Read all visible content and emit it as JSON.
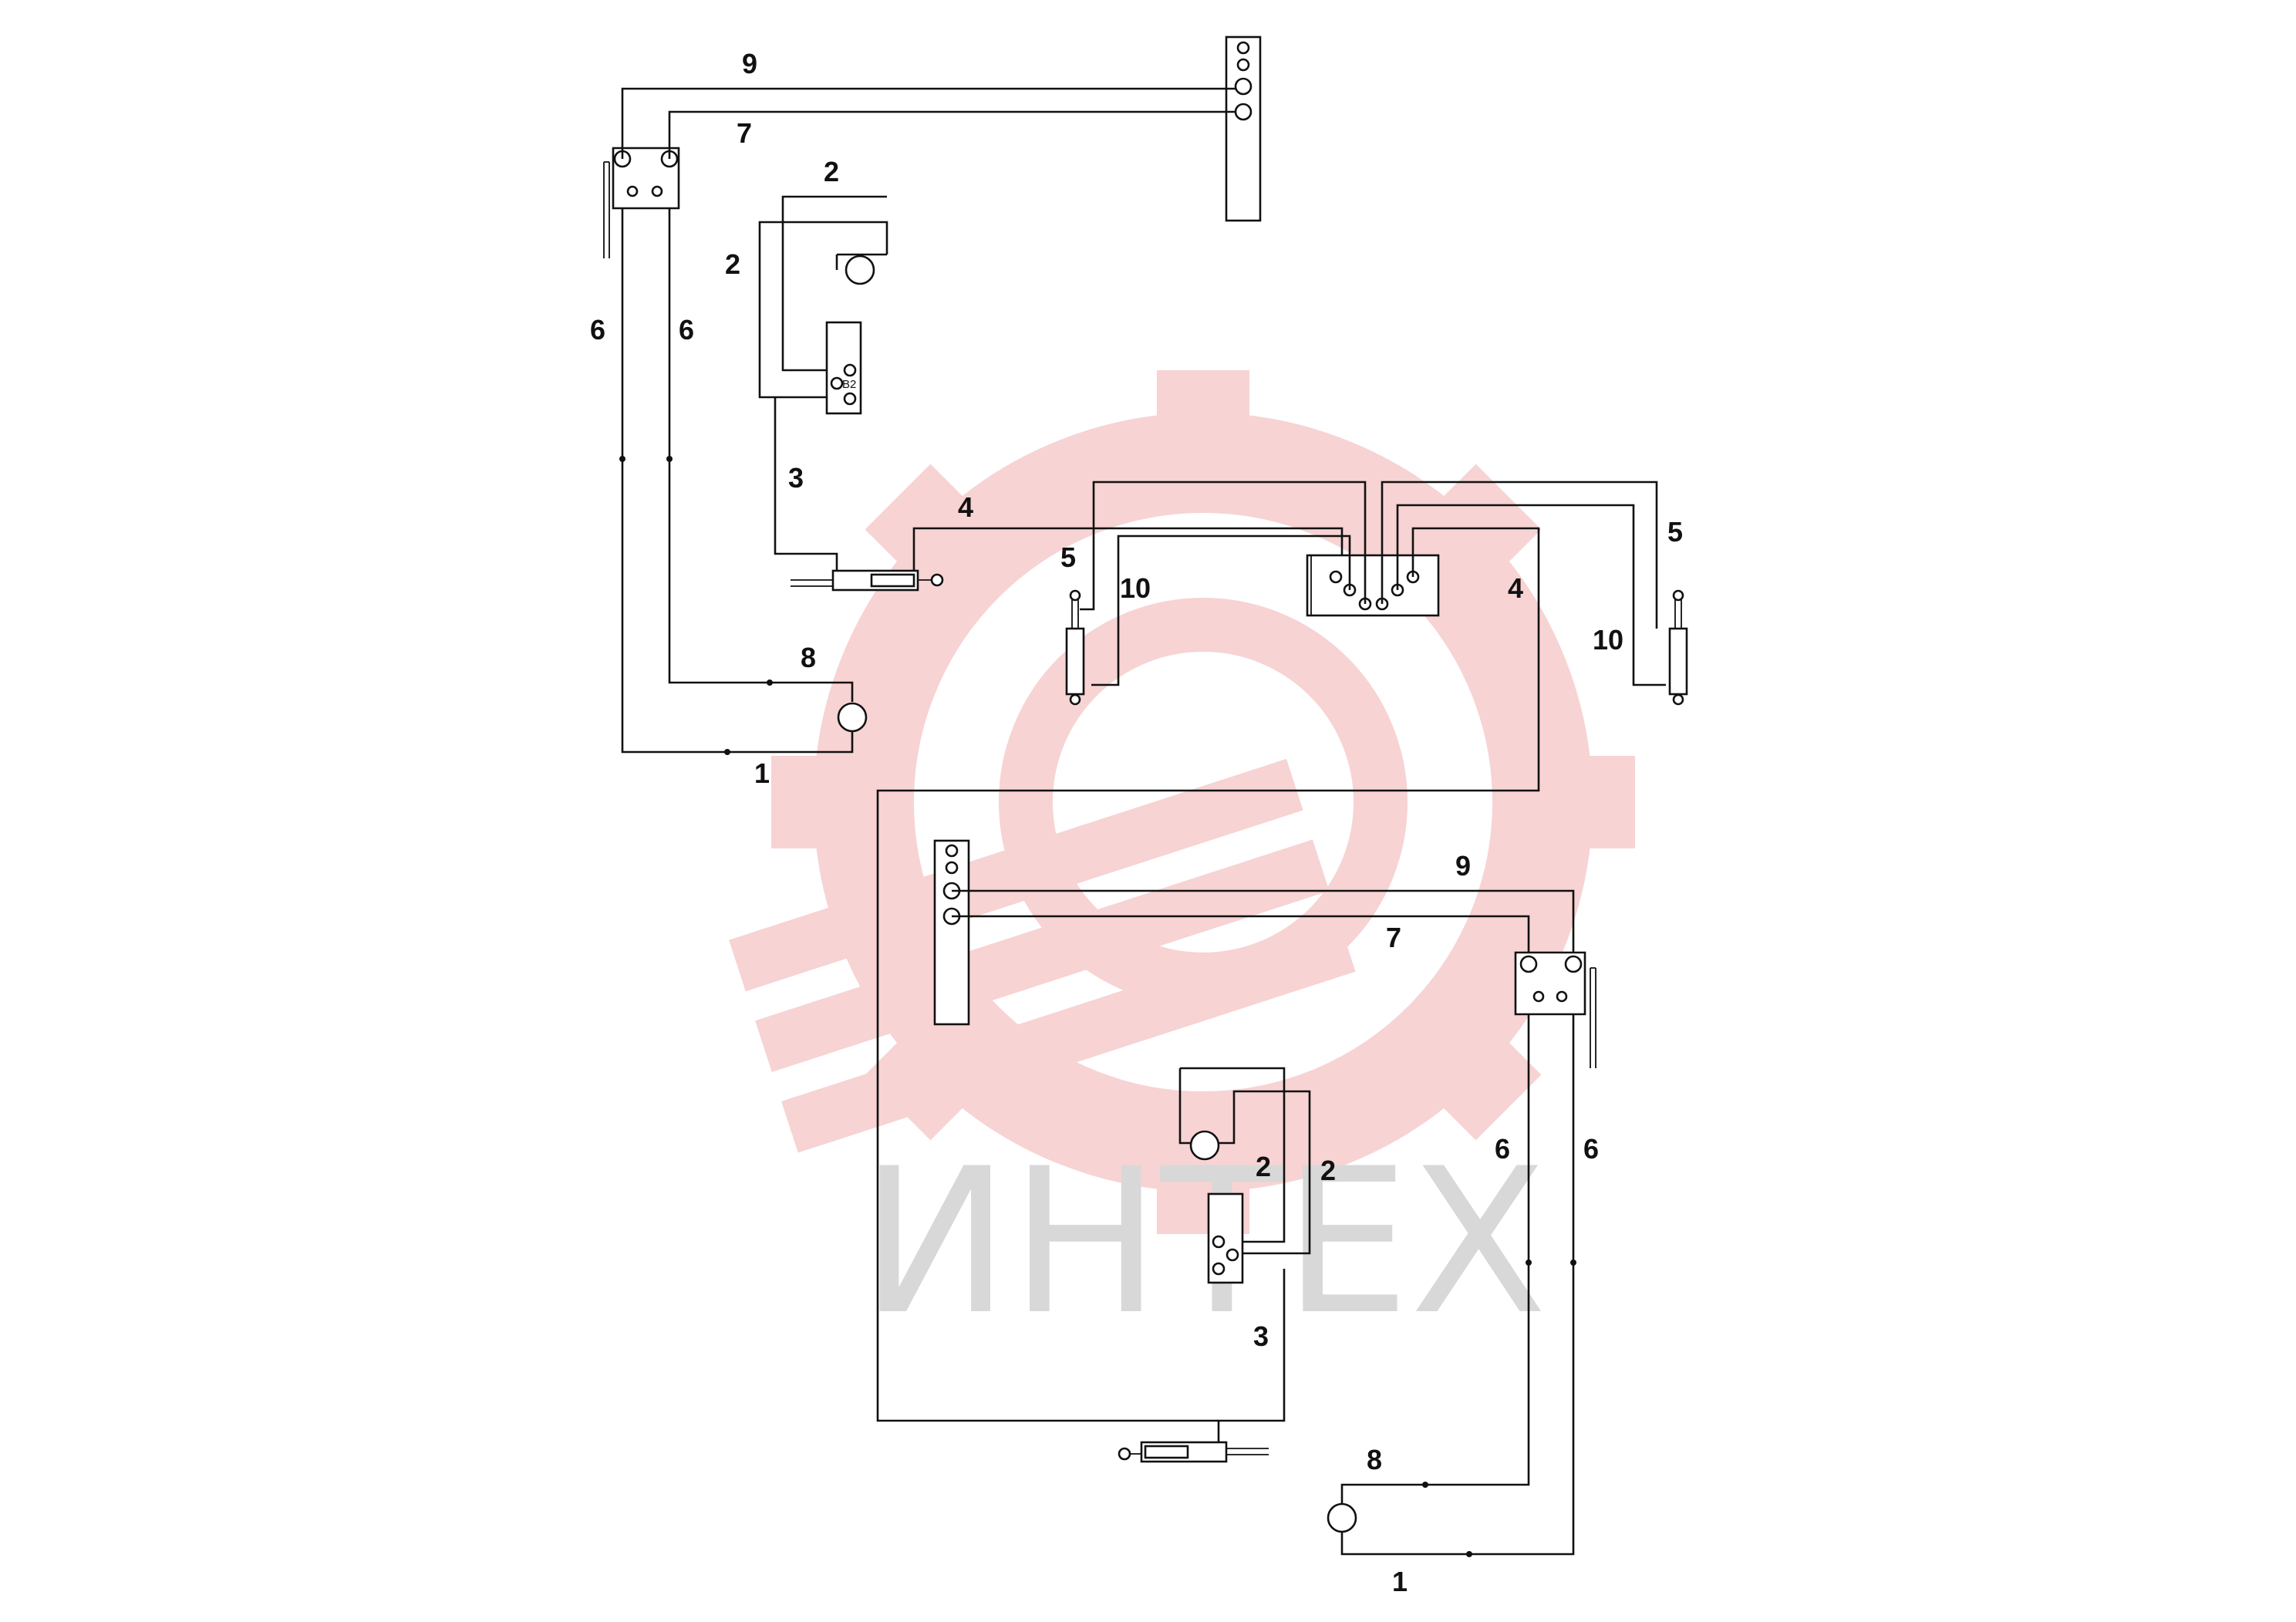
{
  "watermark": {
    "text": "ИНТЕХ",
    "logo": "gear-wrench-logo",
    "logo_color": "#f5c9c9",
    "text_color": "#d8d8d8"
  },
  "labels": {
    "l1a": "1",
    "l1b": "1",
    "l2a": "2",
    "l2b": "2",
    "l2c": "2",
    "l2d": "2",
    "l3a": "3",
    "l3b": "3",
    "l4a": "4",
    "l4b": "4",
    "l5a": "5",
    "l5b": "5",
    "l6a": "6",
    "l6b": "6",
    "l6c": "6",
    "l6d": "6",
    "l7a": "7",
    "l7b": "7",
    "l8a": "8",
    "l8b": "8",
    "l9a": "9",
    "l9b": "9",
    "l10a": "10",
    "l10b": "10"
  },
  "parts": {
    "relay_label": "B2"
  },
  "icons": {
    "motor": "motor-circle-icon",
    "cylinder": "hydraulic-cylinder-icon",
    "connector": "terminal-screw-icon"
  }
}
